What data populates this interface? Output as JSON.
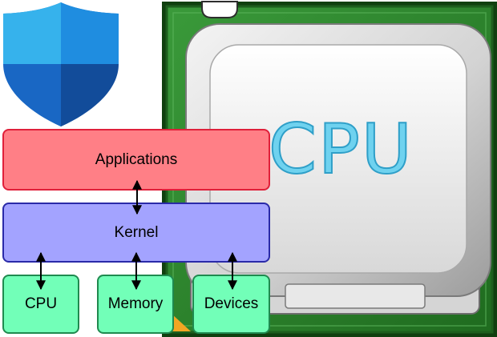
{
  "colors": {
    "board_green": "#2f8a2f",
    "board_green_dark": "#1d5e1d",
    "shield_light": "#33aee8",
    "shield_mid": "#1a7bd0",
    "shield_dark": "#124c9a",
    "applications_fill": "#ff7f86",
    "applications_border": "#e0203a",
    "kernel_fill": "#a3a3ff",
    "kernel_border": "#2a2aa8",
    "hardware_fill": "#72ffb8",
    "hardware_border": "#1f8a4f",
    "arrow": "#000000"
  },
  "icons": {
    "shield": "security-shield-icon",
    "processor": "cpu-chip-icon"
  },
  "chip_label": "CPU",
  "layers": {
    "applications": "Applications",
    "kernel": "Kernel"
  },
  "hardware": [
    {
      "label": "CPU"
    },
    {
      "label": "Memory"
    },
    {
      "label": "Devices"
    }
  ]
}
